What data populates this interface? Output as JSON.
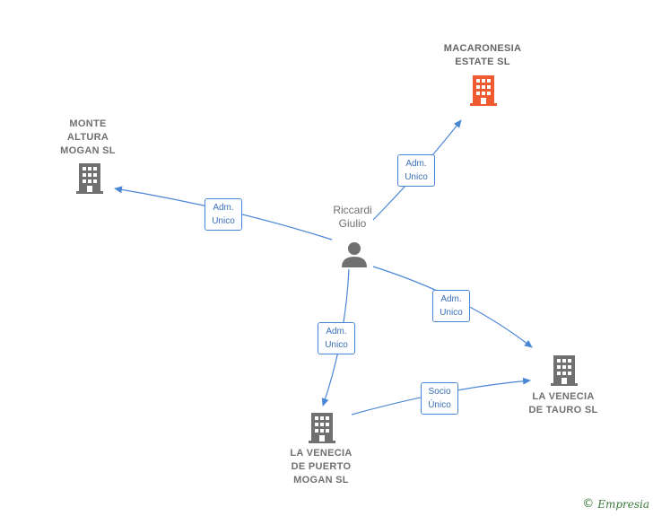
{
  "nodes": {
    "macaronesia": {
      "label": "MACARONESIA\nESTATE  SL",
      "color": "#f05a30"
    },
    "monte": {
      "label": "MONTE\nALTURA\nMOGAN SL",
      "color": "#707070"
    },
    "tauro": {
      "label": "LA VENECIA\nDE TAURO SL",
      "color": "#707070"
    },
    "puerto": {
      "label": "LA VENECIA\nDE PUERTO\nMOGAN  SL",
      "color": "#707070"
    },
    "person": {
      "label": "Riccardi\nGiulio",
      "color": "#707070"
    }
  },
  "edges": {
    "to_macaronesia": "Adm.\nUnico",
    "to_monte": "Adm.\nUnico",
    "to_tauro": "Adm.\nUnico",
    "to_puerto": "Adm.\nUnico",
    "puerto_to_tauro": "Socio\nÚnico"
  },
  "colors": {
    "edge": "#4a86d6"
  },
  "brand": {
    "copyright": "©",
    "name": "Empresia"
  }
}
